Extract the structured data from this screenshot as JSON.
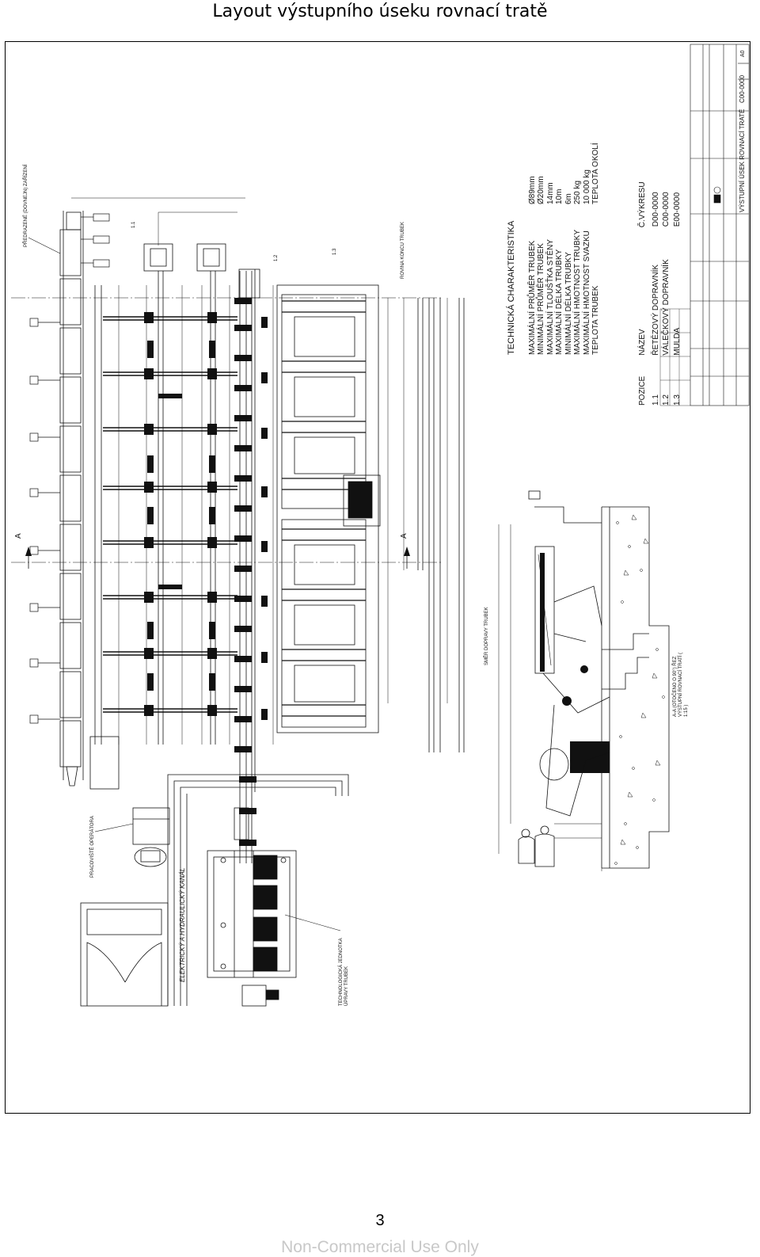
{
  "page_title": "Layout výstupního úseku rovnací tratě",
  "drawing_labels": {
    "straightening_device": "PŘEDRAZENÉ (DOVNEJN) ZAŘÍZENÍ",
    "pos_1_1": "1.1",
    "pos_1_2": "1.2",
    "pos_1_3": "1.3",
    "pipe_end_plane": "ROVINA KONCU TRUBEK",
    "section_a": "A",
    "operator_station": "PRACOVIŠTĚ OPERÁTORA",
    "cable_channel": "ELEKTRICKÝ A HYDRAULICKÝ KANÁL",
    "tech_unit": "TECHNOLOGICKÁ JEDNOTKA ÚPRAVY TRUBEK",
    "pipe_direction": "SMĚR DOPRAVY TRUBEK",
    "section_caption": "A-A (OTOČENO O 90°) ŘEZ VÝSTUPNÍ ROVNACÍ TRATÍ ( 1:15 )"
  },
  "technical_characteristics": {
    "heading": "TECHNICKÁ CHARAKTERISTIKA",
    "rows": [
      {
        "label": "MAXIMÁLNÍ PRŮMĚR TRUBEK",
        "value": "Ø89mm"
      },
      {
        "label": "MINIMÁLNÍ PRŮMĚR TRUBEK",
        "value": "Ø20mm"
      },
      {
        "label": "MAXIMÁLNÍ TLOUŠŤKA STĚNY",
        "value": "14mm"
      },
      {
        "label": "MAXIMÁLNÍ DÉLKA TRUBKY",
        "value": "10m"
      },
      {
        "label": "MINIMÁLNÍ DÉLKA TRUBKY",
        "value": "6m"
      },
      {
        "label": "MAXIMÁLNÍ HMOTNOST TRUBKY",
        "value": "250 kg"
      },
      {
        "label": "MAXIMÁLNÍ HMOTNOST SVAZKU",
        "value": "10 000 kg"
      },
      {
        "label": "TEPLOTA TRUBEK",
        "value": "TEPLOTA OKOLÍ"
      }
    ]
  },
  "parts_list": {
    "headers": [
      "POZICE",
      "NÁZEV",
      "Č.VÝKRESU"
    ],
    "rows": [
      [
        "1.1",
        "ŘETĚZOVÝ DOPRAVNÍK",
        "D00-0000"
      ],
      [
        "1.2",
        "VÁLEČKOVÝ DOPRAVNÍK",
        "C00-0000"
      ],
      [
        "1.3",
        "MULDA",
        "E00-0000"
      ]
    ]
  },
  "title_block": {
    "drawing_name": "VÝSTUPNÍ ÚSEK ROVNACÍ TRATĚ",
    "drawing_number": "C00-0000",
    "format": "A0"
  },
  "page_number": "3",
  "footer": "Non-Commercial Use Only"
}
